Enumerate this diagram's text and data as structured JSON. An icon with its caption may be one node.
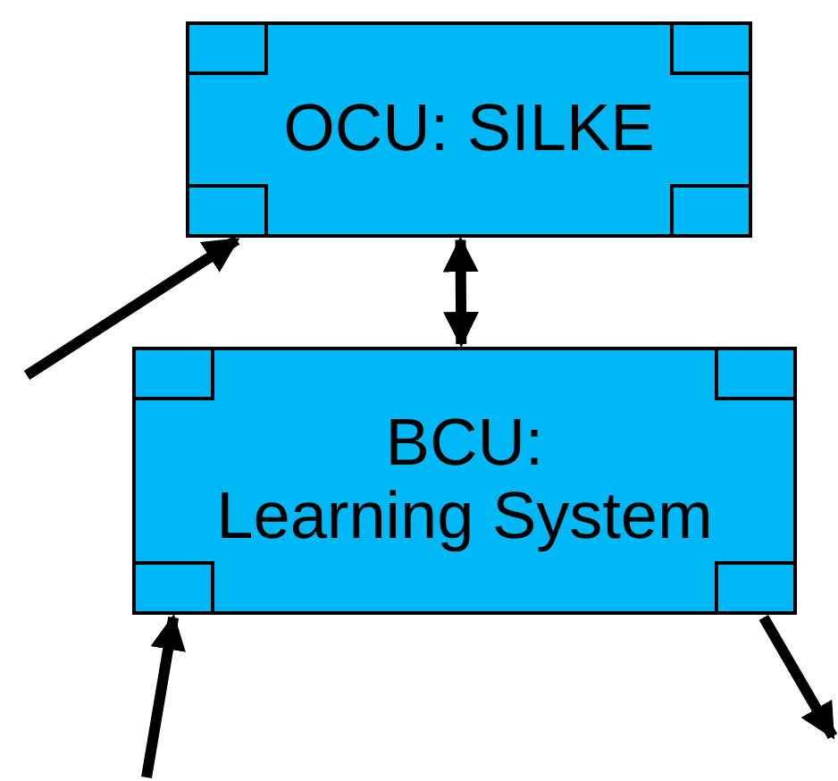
{
  "diagram": {
    "nodes": [
      {
        "text": [
          "OCU: SILKE"
        ]
      },
      {
        "text": [
          "BCU: Learning System"
        ]
      }
    ],
    "edges": [
      {
        "from": null,
        "to": 0,
        "arrow": "to"
      },
      {
        "from": 0,
        "to": 1,
        "arrow": "both"
      },
      {
        "from": null,
        "to": 1,
        "arrow": "to"
      },
      {
        "from": 1,
        "to": null,
        "arrow": "to"
      }
    ]
  }
}
